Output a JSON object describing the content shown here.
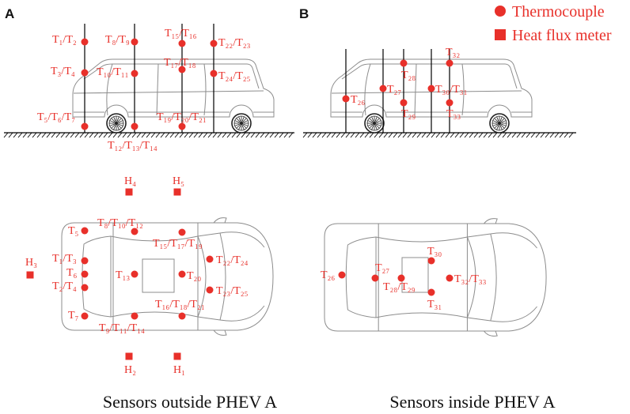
{
  "panel_labels": {
    "a": "A",
    "b": "B"
  },
  "legend": {
    "thermocouple": "Thermocouple",
    "heat_flux_meter": "Heat flux meter"
  },
  "captions": {
    "outside": "Sensors outside PHEV A",
    "inside": "Sensors inside PHEV A"
  },
  "colors": {
    "sensor": "#e8302a",
    "vehicle_outline": "#8c8c8c",
    "sensor_line": "#000000"
  },
  "side_outside_labels": [
    "T₁/T₂",
    "T₈/T₉",
    "T₁₅/T₁₆",
    "T₂₂/T₂₃",
    "T₃/T₄",
    "T₁₀/T₁₁",
    "T₁₇/T₁₈",
    "T₂₄/T₂₅",
    "T₅/T₆/T₇",
    "T₁₂/T₁₃/T₁₄",
    "T₁₉/T₂₀/T₂₁"
  ],
  "side_inside_labels": [
    "T₂₆",
    "T₂₇",
    "T₂₈",
    "T₂₉",
    "T₃₀/T₃₁",
    "T₃₂",
    "T₃₃"
  ],
  "top_outside_labels": [
    "T₅",
    "T₁/T₃",
    "T₆",
    "T₂/T₄",
    "T₇",
    "T₈/T₁₀/T₁₂",
    "T₁₃",
    "T₉/T₁₁/T₁₄",
    "T₁₅/T₁₇/T₁₉",
    "T₂₀",
    "T₁₆/T₁₈/T₂₁",
    "T₂₂/T₂₄",
    "T₂₃/T₂₅"
  ],
  "heat_flux_labels": [
    "H₄",
    "H₅",
    "H₃",
    "H₂",
    "H₁"
  ],
  "top_inside_labels": [
    "T₂₆",
    "T₂₇",
    "T₂₈/T₂₉",
    "T₃₀",
    "T₃₁",
    "T₃₂/T₃₃"
  ]
}
